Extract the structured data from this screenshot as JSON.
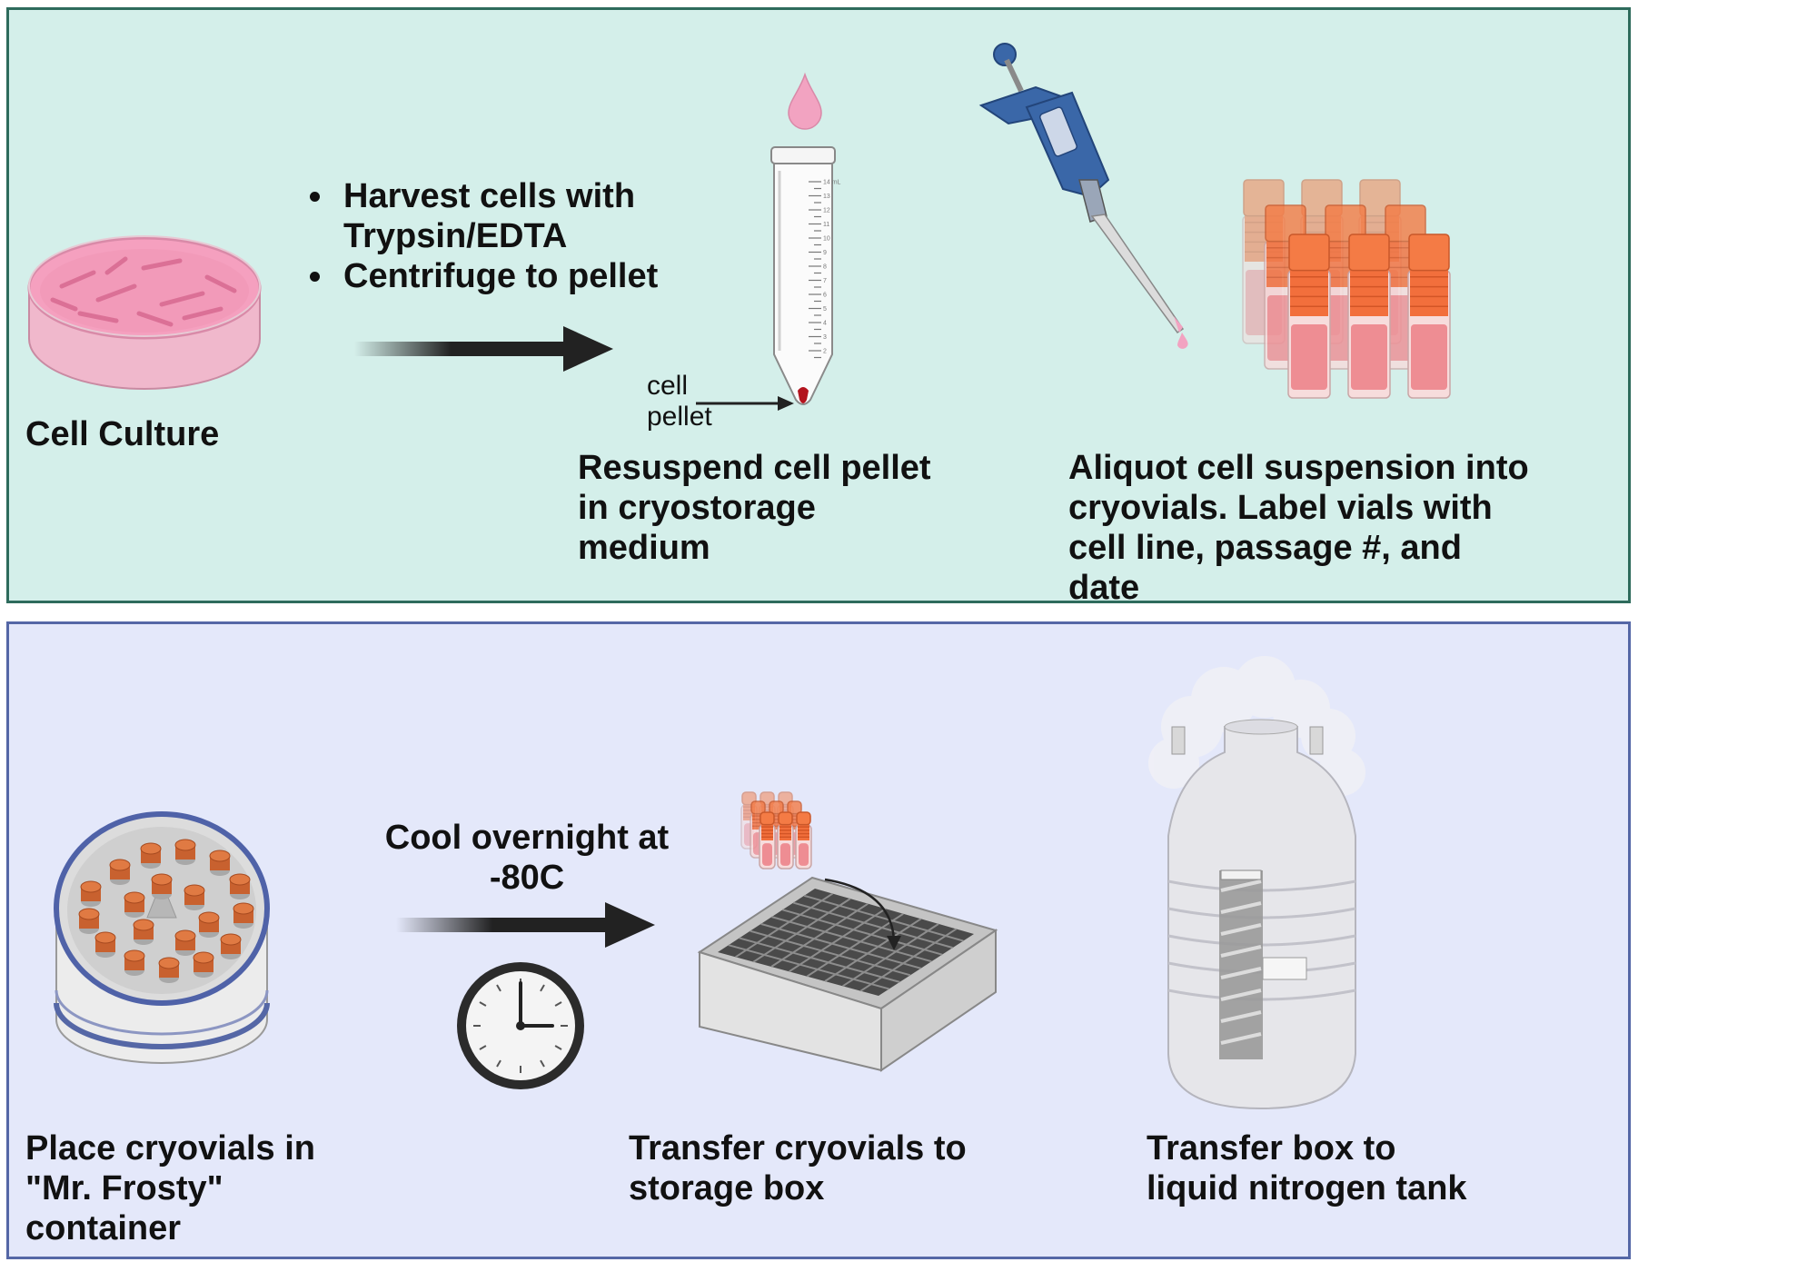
{
  "top_panel": {
    "bullets": [
      "Harvest cells with\nTrypsin/EDTA",
      "Centrifuge to pellet"
    ],
    "cell_culture_label": "Cell Culture",
    "pellet_label": "cell\npellet",
    "tube_scale": [
      "14 mL",
      "13",
      "12",
      "11",
      "10",
      "9",
      "8",
      "7",
      "6",
      "5",
      "4",
      "3",
      "2"
    ],
    "resuspend_label": "Resuspend cell pellet\nin cryostorage\nmedium",
    "aliquot_label": "Aliquot cell suspension into\ncryovials. Label vials with\ncell line, passage #, and\ndate"
  },
  "bottom_panel": {
    "frosty_label": "Place cryovials in\n\"Mr. Frosty\"\ncontainer",
    "cool_label": "Cool overnight at\n-80C",
    "transfer_box_label": "Transfer cryovials to\nstorage box",
    "tank_label": "Transfer box to\nliquid nitrogen tank"
  },
  "colors": {
    "top_panel_bg": "#d4efea",
    "top_panel_border": "#2e6b5c",
    "bottom_panel_bg": "#e4e8fa",
    "bottom_panel_border": "#5567a6",
    "culture_pink": "#f3a6c2",
    "vial_cap_orange": "#f26f3c",
    "pipette_blue": "#3a67a8",
    "pellet_red": "#b3141e"
  },
  "icons": [
    "petri-dish-icon",
    "arrow-right-icon",
    "falcon-tube-icon",
    "droplet-icon",
    "pipette-icon",
    "cryovials-icon",
    "mr-frosty-icon",
    "clock-icon",
    "storage-box-icon",
    "nitrogen-tank-icon"
  ]
}
